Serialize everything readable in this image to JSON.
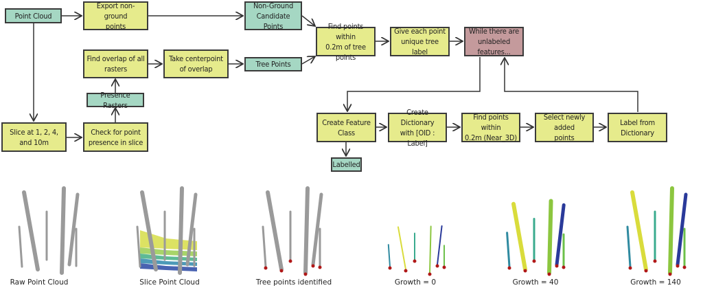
{
  "flowchart": {
    "nodes": {
      "point_cloud": "Point Cloud",
      "export": "Export non-ground\npoints",
      "non_ground": "Non-Ground\nCandidate Points",
      "find_overlap": "Find overlap of all\nrasters",
      "centerpoint": "Take centerpoint\nof overlap",
      "tree_points": "Tree Points",
      "presence_rasters": "Presence Rasters",
      "slice": "Slice at 1, 2, 4,\nand 10m",
      "check_presence": "Check for point\npresence in slice",
      "find_within": "Find points within\n0.2m of tree points",
      "unique_label": "Give each point\nunique tree label",
      "while_unlabeled": "While there are\nunlabeled features...",
      "create_fc": "Create Feature\nClass",
      "create_dict": "Create Dictionary\nwith [OID : Label]",
      "find_near3d": "Find points within\n0.2m (Near_3D)",
      "select_new": "Select newly added\npoints",
      "label_dict": "Label from\nDictionary",
      "labelled": "Labelled"
    },
    "colors": {
      "process": "#e6eb8c",
      "data": "#a5d7c3",
      "loop": "#c49a9c"
    }
  },
  "panels": [
    {
      "caption": "Raw Point Cloud"
    },
    {
      "caption": "Slice Point Cloud"
    },
    {
      "caption": "Tree points identified"
    },
    {
      "caption": "Growth = 0"
    },
    {
      "caption": "Growth = 40"
    },
    {
      "caption": "Growth = 140"
    }
  ],
  "colors": {
    "stem_gray": "#9a9a9a",
    "tree_point_red": "#b01818",
    "stem_colors": [
      "#2f8aa0",
      "#d9dc3c",
      "#3aab8e",
      "#8cc63f",
      "#2a3a9a",
      "#6cc04a"
    ],
    "slice_layers": [
      "#d8df52",
      "#9fcf5a",
      "#4db38a",
      "#3a8fb0",
      "#3552a8"
    ]
  }
}
